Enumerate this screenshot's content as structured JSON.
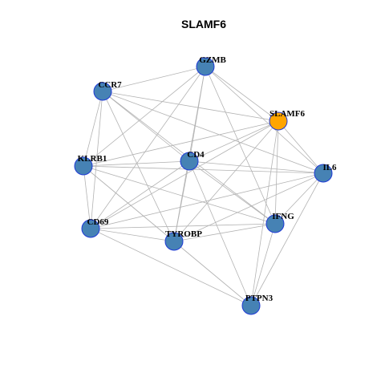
{
  "title": "SLAMF6",
  "colors": {
    "background": "#ffffff",
    "edge": "#b3b3b3",
    "node_default": "#4682b4",
    "node_highlight": "#ffa500",
    "node_border": "#1f3ad6"
  },
  "nodes": [
    {
      "id": "GZMB",
      "label": "GZMB",
      "highlight": false
    },
    {
      "id": "CCR7",
      "label": "CCR7",
      "highlight": false
    },
    {
      "id": "SLAMF6",
      "label": "SLAMF6",
      "highlight": true
    },
    {
      "id": "KLRB1",
      "label": "KLRB1",
      "highlight": false
    },
    {
      "id": "CD4",
      "label": "CD4",
      "highlight": false
    },
    {
      "id": "IL6",
      "label": "IL6",
      "highlight": false
    },
    {
      "id": "IFNG",
      "label": "IFNG",
      "highlight": false
    },
    {
      "id": "CD69",
      "label": "CD69",
      "highlight": false
    },
    {
      "id": "TYROBP",
      "label": "TYROBP",
      "highlight": false
    },
    {
      "id": "PTPN3",
      "label": "PTPN3",
      "highlight": false
    }
  ],
  "edges": [
    [
      "GZMB",
      "CCR7"
    ],
    [
      "GZMB",
      "SLAMF6"
    ],
    [
      "GZMB",
      "CD4"
    ],
    [
      "GZMB",
      "IL6"
    ],
    [
      "GZMB",
      "IFNG"
    ],
    [
      "GZMB",
      "KLRB1"
    ],
    [
      "GZMB",
      "CD69"
    ],
    [
      "GZMB",
      "TYROBP"
    ],
    [
      "CCR7",
      "SLAMF6"
    ],
    [
      "CCR7",
      "CD4"
    ],
    [
      "CCR7",
      "KLRB1"
    ],
    [
      "CCR7",
      "CD69"
    ],
    [
      "CCR7",
      "TYROBP"
    ],
    [
      "CCR7",
      "IFNG"
    ],
    [
      "CCR7",
      "IL6"
    ],
    [
      "SLAMF6",
      "KLRB1"
    ],
    [
      "SLAMF6",
      "CD4"
    ],
    [
      "SLAMF6",
      "IL6"
    ],
    [
      "SLAMF6",
      "IFNG"
    ],
    [
      "SLAMF6",
      "CD69"
    ],
    [
      "SLAMF6",
      "TYROBP"
    ],
    [
      "SLAMF6",
      "PTPN3"
    ],
    [
      "KLRB1",
      "CD4"
    ],
    [
      "KLRB1",
      "CD69"
    ],
    [
      "KLRB1",
      "TYROBP"
    ],
    [
      "KLRB1",
      "IL6"
    ],
    [
      "KLRB1",
      "IFNG"
    ],
    [
      "KLRB1",
      "PTPN3"
    ],
    [
      "CD4",
      "IL6"
    ],
    [
      "CD4",
      "IFNG"
    ],
    [
      "CD4",
      "CD69"
    ],
    [
      "CD4",
      "TYROBP"
    ],
    [
      "CD4",
      "PTPN3"
    ],
    [
      "IL6",
      "IFNG"
    ],
    [
      "IL6",
      "CD69"
    ],
    [
      "IL6",
      "TYROBP"
    ],
    [
      "IL6",
      "PTPN3"
    ],
    [
      "IFNG",
      "CD69"
    ],
    [
      "IFNG",
      "TYROBP"
    ],
    [
      "IFNG",
      "PTPN3"
    ],
    [
      "CD69",
      "TYROBP"
    ],
    [
      "CD69",
      "PTPN3"
    ],
    [
      "TYROBP",
      "PTPN3"
    ]
  ]
}
